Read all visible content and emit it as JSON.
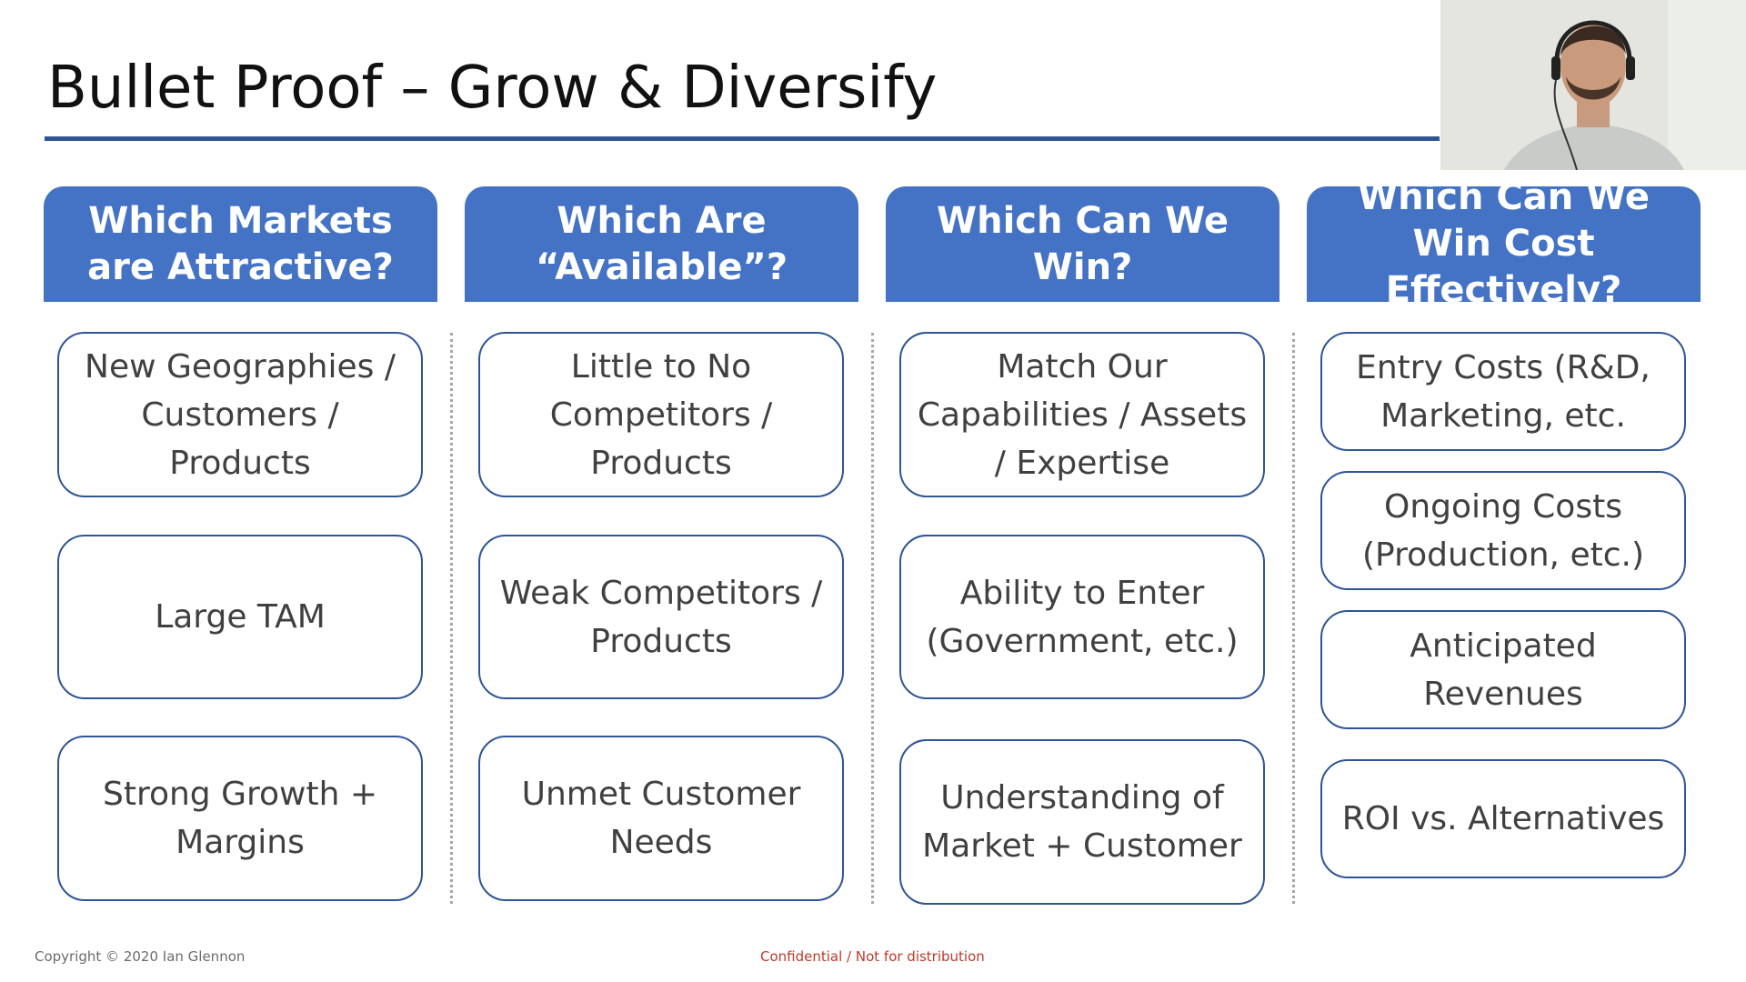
{
  "slide": {
    "title": "Bullet Proof – Grow & Diversify",
    "columns": [
      {
        "header": "Which Markets are Attractive?",
        "items": [
          "New Geographies / Customers / Products",
          "Large TAM",
          "Strong Growth + Margins"
        ]
      },
      {
        "header": "Which Are “Available”?",
        "items": [
          "Little to No Competitors / Products",
          "Weak Competitors / Products",
          "Unmet Customer Needs"
        ]
      },
      {
        "header": "Which Can We Win?",
        "items": [
          "Match Our Capabilities / Assets / Expertise",
          "Ability to Enter (Government, etc.)",
          "Understanding of Market + Customer"
        ]
      },
      {
        "header": "Which Can We Win Cost Effectively?",
        "items": [
          "Entry Costs (R&D, Marketing, etc.",
          "Ongoing Costs (Production, etc.)",
          "Anticipated Revenues",
          "ROI vs. Alternatives"
        ]
      }
    ],
    "footer_left": "Copyright © 2020 Ian Glennon",
    "footer_center": "Confidential / Not for distribution"
  },
  "colors": {
    "header_fill": "#4472c4",
    "title_rule": "#2f5597",
    "box_border": "#2f5597",
    "confidential_text": "#c0392b"
  },
  "icons": {
    "webcam": "presenter-webcam-feed"
  }
}
